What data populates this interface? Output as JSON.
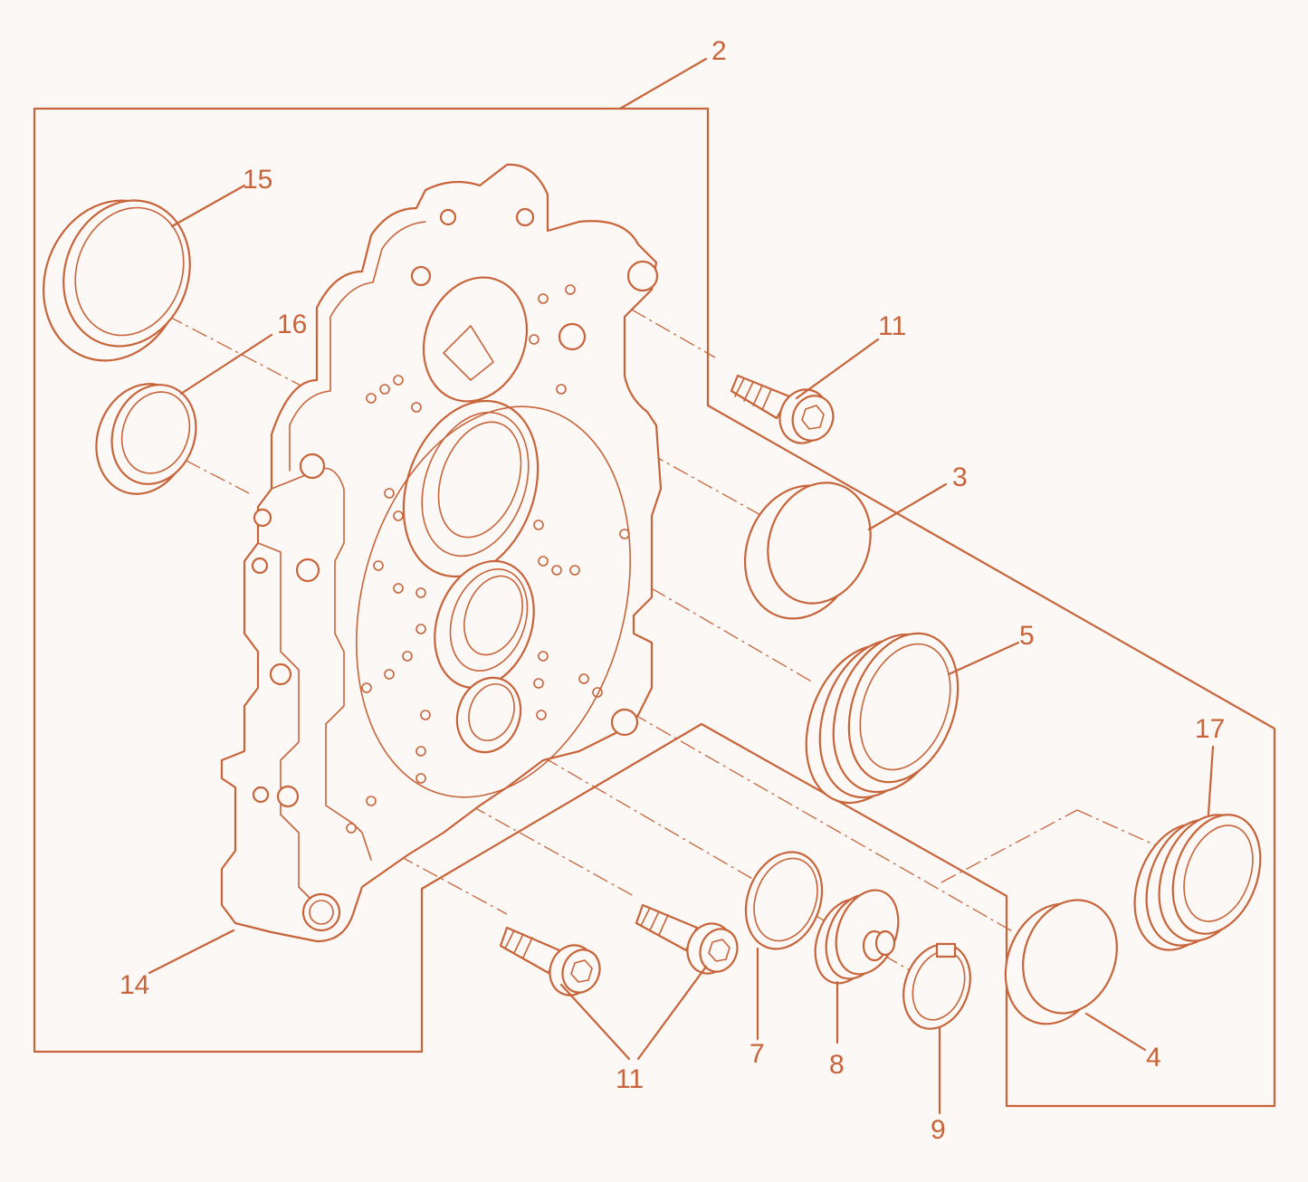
{
  "colors": {
    "line": "#c8643a",
    "background": "#fbf8f6"
  },
  "callouts": {
    "c2": "2",
    "c3": "3",
    "c4": "4",
    "c5": "5",
    "c7": "7",
    "c8": "8",
    "c9": "9",
    "c11a": "11",
    "c11b": "11",
    "c14": "14",
    "c15": "15",
    "c16": "16",
    "c17": "17"
  }
}
